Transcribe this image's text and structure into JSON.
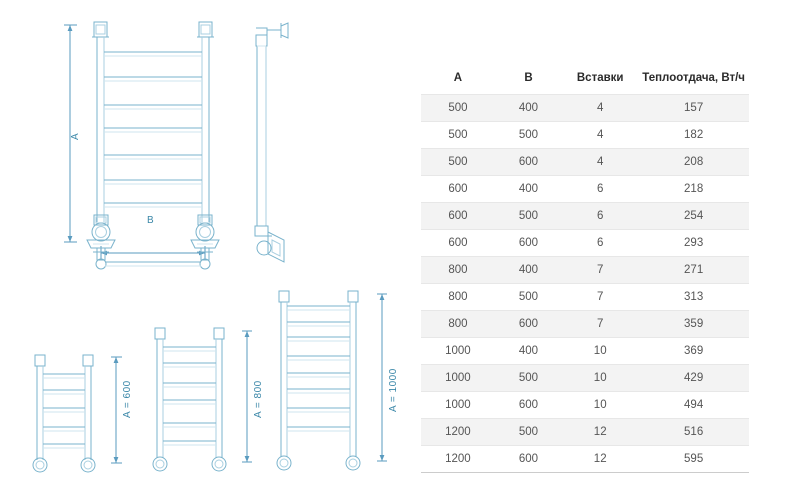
{
  "drawing": {
    "accent_color": "#5a9bbf",
    "accent_light": "#a9cfe0",
    "label_color": "#3a87a8",
    "main_view": {
      "height_label": "A",
      "width_label": "B",
      "rungs": 7
    },
    "side_view": {
      "name": "side-profile-view"
    },
    "variants": [
      {
        "label": "A = 600",
        "rungs": 5
      },
      {
        "label": "A = 800",
        "rungs": 6
      },
      {
        "label": "A = 1000",
        "rungs": 8
      }
    ]
  },
  "table": {
    "headers": [
      "A",
      "B",
      "Вставки",
      "Теплоотдача, Вт/ч"
    ],
    "rows": [
      [
        "500",
        "400",
        "4",
        "157"
      ],
      [
        "500",
        "500",
        "4",
        "182"
      ],
      [
        "500",
        "600",
        "4",
        "208"
      ],
      [
        "600",
        "400",
        "6",
        "218"
      ],
      [
        "600",
        "500",
        "6",
        "254"
      ],
      [
        "600",
        "600",
        "6",
        "293"
      ],
      [
        "800",
        "400",
        "7",
        "271"
      ],
      [
        "800",
        "500",
        "7",
        "313"
      ],
      [
        "800",
        "600",
        "7",
        "359"
      ],
      [
        "1000",
        "400",
        "10",
        "369"
      ],
      [
        "1000",
        "500",
        "10",
        "429"
      ],
      [
        "1000",
        "600",
        "10",
        "494"
      ],
      [
        "1200",
        "500",
        "12",
        "516"
      ],
      [
        "1200",
        "600",
        "12",
        "595"
      ]
    ]
  }
}
